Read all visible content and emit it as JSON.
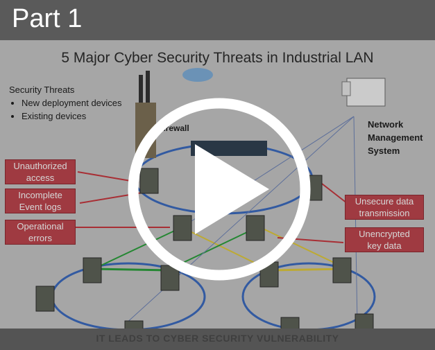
{
  "header": {
    "title": "Part 1"
  },
  "slide": {
    "title": "5 Major Cyber Security Threats in Industrial LAN",
    "threats_heading": "Security Threats",
    "threat_items": [
      "New deployment devices",
      "Existing devices"
    ],
    "firewall_label": "Firewall",
    "nms_lines": [
      "Network",
      "Management",
      "System"
    ],
    "left_labels": [
      {
        "line1": "Unauthorized",
        "line2": "access"
      },
      {
        "line1": "Incomplete",
        "line2": "Event logs"
      },
      {
        "line1": "Operational",
        "line2": "errors"
      }
    ],
    "right_labels": [
      {
        "line1": "Unsecure data",
        "line2": "transmission"
      },
      {
        "line1": "Unencrypted",
        "line2": "key data"
      }
    ],
    "footer_text": "IT LEADS TO CYBER SECURITY VULNERABILITY"
  },
  "player": {
    "play_icon": "play-icon"
  },
  "colors": {
    "label_red": "#b5434a",
    "ring_blue": "#3a67b8",
    "link_green": "#2a9a3a",
    "link_yellow": "#d8c23a"
  }
}
